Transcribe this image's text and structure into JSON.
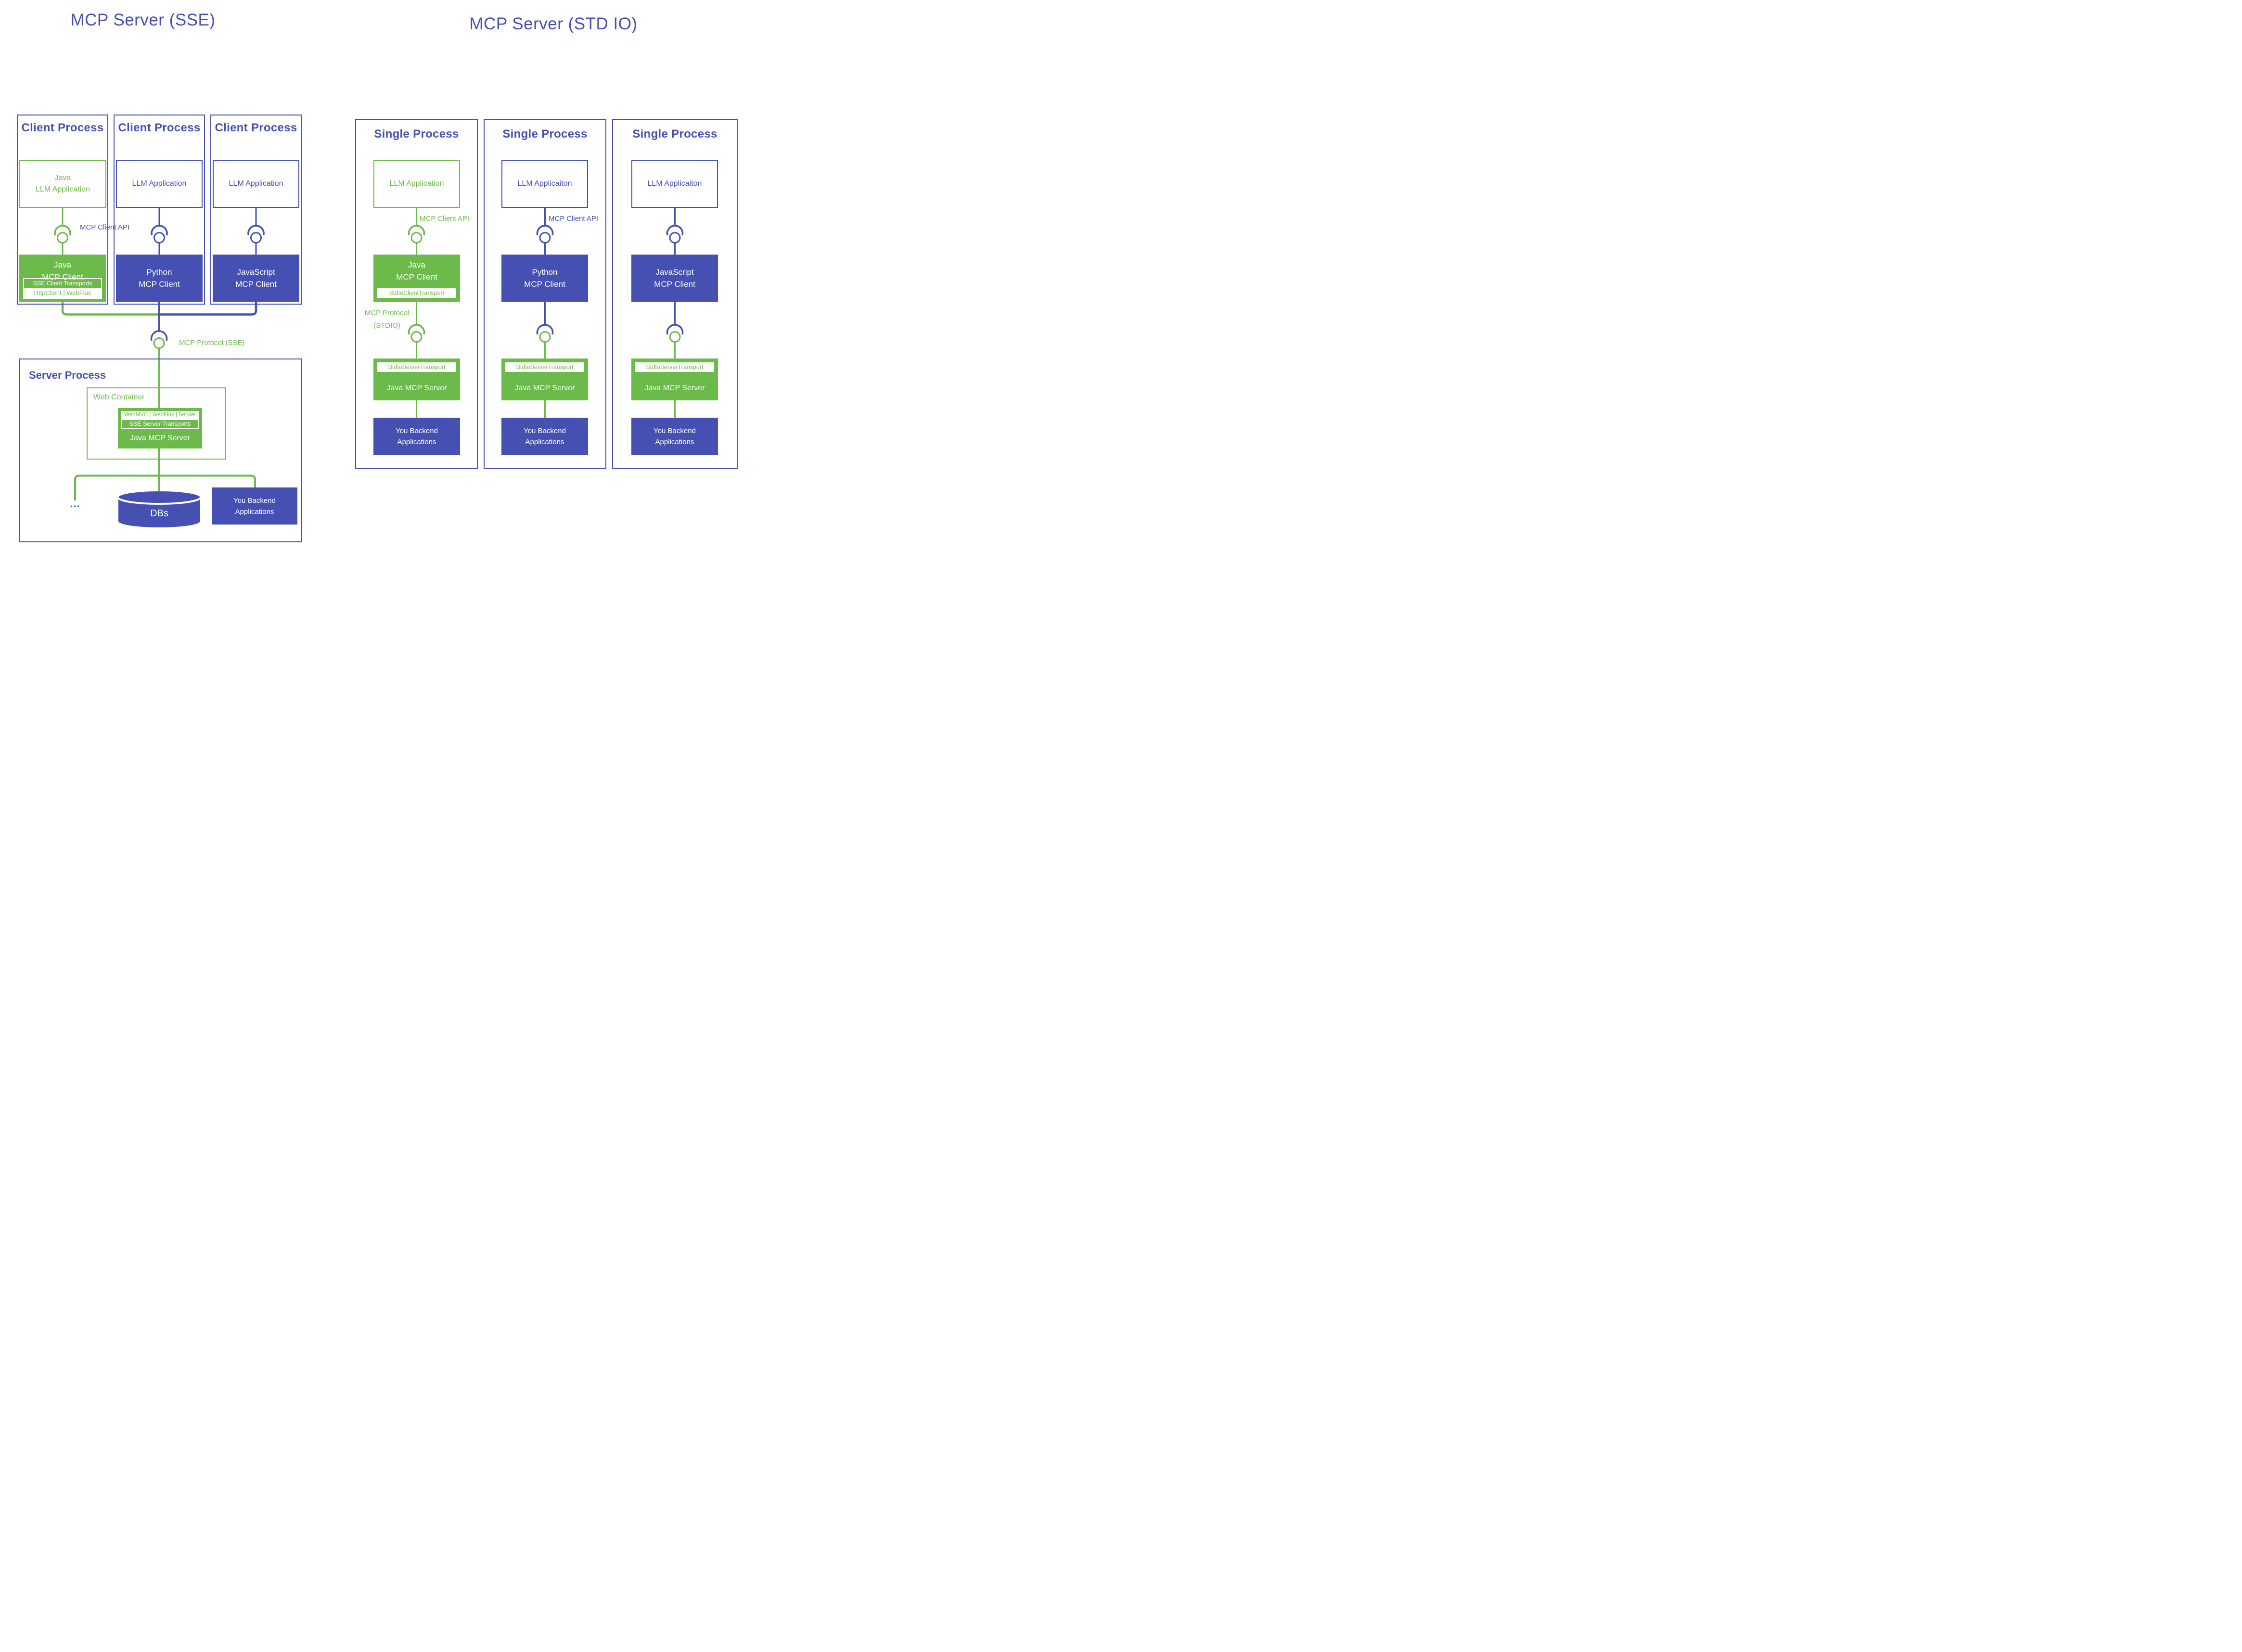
{
  "colors": {
    "blue": "#4650B2",
    "green": "#6CBA4A",
    "bg": "#FFFFFF"
  },
  "sse": {
    "title": "MCP Server (SSE)",
    "protocol_label": "MCP Protocol (SSE)",
    "clients": [
      {
        "process_title": "Client Process",
        "app_lines": [
          "Java",
          "LLM Application"
        ],
        "api_label": "MCP Client API",
        "client_lines": [
          "Java",
          "MCP Client"
        ],
        "transport_band": "SSE Client Transports",
        "transport_options": "HttpClient | WebFlux"
      },
      {
        "process_title": "Client Process",
        "app_lines": [
          "LLM Application"
        ],
        "client_lines": [
          "Python",
          "MCP Client"
        ]
      },
      {
        "process_title": "Client Process",
        "app_lines": [
          "LLM Application"
        ],
        "client_lines": [
          "JavaScript",
          "MCP Client"
        ]
      }
    ],
    "server": {
      "process_title": "Server Process",
      "web_container_title": "Web Container",
      "server_band_options": "WebMVC | WebFlux | Servlet",
      "server_band": "SSE Server Transports",
      "server_name": "Java MCP Server",
      "ellipsis": "...",
      "db_label": "DBs",
      "backend_lines": [
        "You Backend",
        "Applications"
      ]
    }
  },
  "stdio": {
    "title": "MCP Server (STD IO)",
    "processes": [
      {
        "process_title": "Single Process",
        "app_label": "LLM Application",
        "api_label": "MCP Client API",
        "client_lines": [
          "Java",
          "MCP Client"
        ],
        "client_band": "StdIoClientTransport",
        "protocol_label_1": "MCP Protocol",
        "protocol_label_2": "(STDIO)",
        "server_band": "StdIoServerTransport",
        "server_name": "Java MCP Server",
        "backend_lines": [
          "You Backend",
          "Applications"
        ]
      },
      {
        "process_title": "Single Process",
        "app_label": "LLM Applicaiton",
        "api_label": "MCP Client API",
        "client_lines": [
          "Python",
          "MCP Client"
        ],
        "server_band": "StdIoServerTransport",
        "server_name": "Java MCP Server",
        "backend_lines": [
          "You Backend",
          "Applications"
        ]
      },
      {
        "process_title": "Single Process",
        "app_label": "LLM Applicaiton",
        "client_lines": [
          "JavaScript",
          "MCP Client"
        ],
        "server_band": "StdIoServerTransport",
        "server_name": "Java MCP Server",
        "backend_lines": [
          "You Backend",
          "Applications"
        ]
      }
    ]
  }
}
